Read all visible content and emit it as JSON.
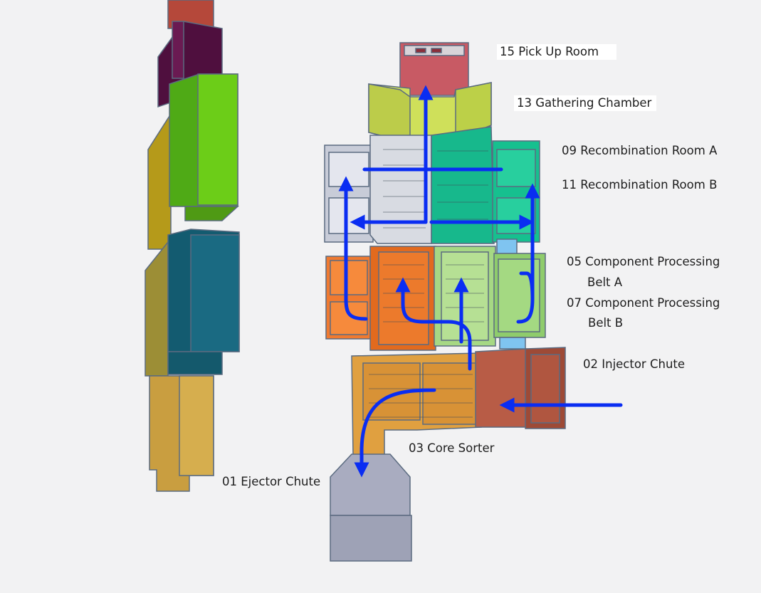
{
  "labels": {
    "pick_up_room": "15 Pick Up Room",
    "gathering_chamber": "13 Gathering Chamber",
    "recombination_a": "09 Recombination Room A",
    "recombination_b": "11 Recombination Room B",
    "component_a_line1": "05  Component Processing",
    "component_a_line2": "Belt A",
    "component_b_line1": "07 Component Processing",
    "component_b_line2": "Belt B",
    "injector_chute": "02 Injector Chute",
    "core_sorter": "03 Core Sorter",
    "ejector_chute": "01 Ejector Chute"
  },
  "colors": {
    "flow_arrow": "#0a2df2",
    "pick_up_room": "#c85a64",
    "gathering_chamber": "#cfe05a",
    "recombination_a": "#17b88c",
    "recombination_b": "#c8ccd8",
    "component_a": "#f07a30",
    "component_b": "#9fd07a",
    "injector_chute": "#b85c46",
    "core_sorter": "#e0a040",
    "ejector_chute": "#a9acc0"
  }
}
